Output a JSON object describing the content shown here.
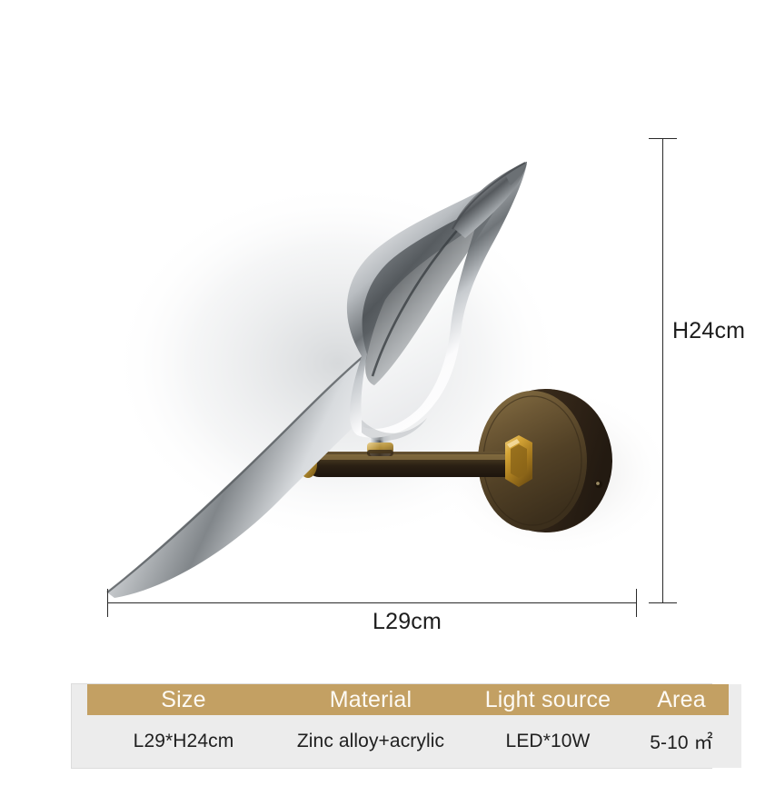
{
  "product": {
    "name": "bird-shaped wall lamp",
    "bird_finish_color": "#c9cccf",
    "bird_shadow_color": "#4a4d50",
    "mount_body_color": "#3a2a1d",
    "mount_face_color": "#6b5536",
    "brass_nut_color": "#c9952c",
    "arm_color": "#2f2317",
    "background_color": "#ffffff"
  },
  "dimensions": {
    "height_label": "H24cm",
    "length_label": "L29cm",
    "line_color": "#2a2a2a"
  },
  "spec_table": {
    "header_bg": "#c3a063",
    "header_text_color": "#fdfaf4",
    "row_bg": "#ececec",
    "headers": [
      "Size",
      "Material",
      "Light source",
      "Area"
    ],
    "rows": [
      [
        "L29*H24cm",
        "Zinc alloy+acrylic",
        "LED*10W",
        "5-10 ㎡"
      ]
    ]
  }
}
